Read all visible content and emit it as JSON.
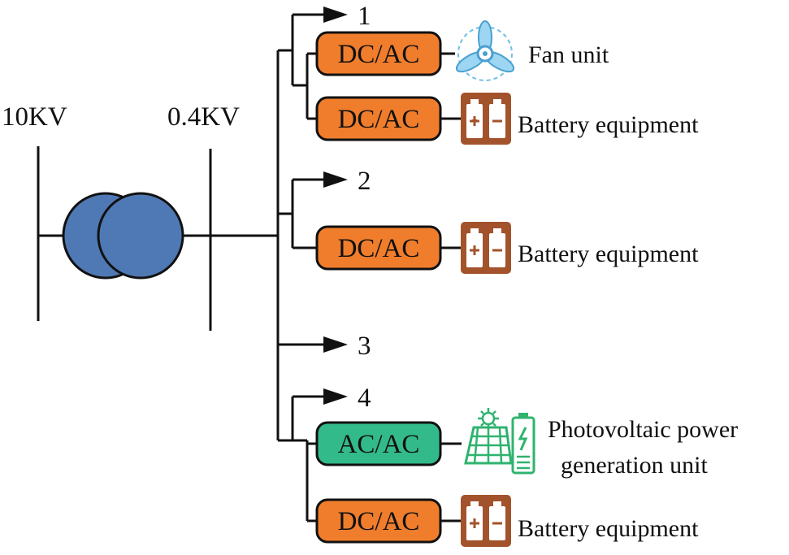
{
  "voltage_labels": {
    "high": "10KV",
    "low": "0.4KV"
  },
  "feeders": [
    {
      "number": "1"
    },
    {
      "number": "2"
    },
    {
      "number": "3"
    },
    {
      "number": "4"
    }
  ],
  "converters": [
    {
      "label": "DC/AC",
      "type": "dc-ac"
    },
    {
      "label": "DC/AC",
      "type": "dc-ac"
    },
    {
      "label": "DC/AC",
      "type": "dc-ac"
    },
    {
      "label": "AC/AC",
      "type": "ac-ac"
    },
    {
      "label": "DC/AC",
      "type": "dc-ac"
    }
  ],
  "devices": [
    {
      "label": "Fan unit",
      "icon": "fan-icon"
    },
    {
      "label": "Battery equipment",
      "icon": "battery-icon"
    },
    {
      "label": "Battery equipment",
      "icon": "battery-icon"
    },
    {
      "label_line1": "Photovoltaic power",
      "label_line2": "generation unit",
      "icon": "solar-panel-battery-icon"
    },
    {
      "label": "Battery equipment",
      "icon": "battery-icon"
    }
  ],
  "colors": {
    "transformer": "#4f79b4",
    "dc_ac_box": "#ef7d2c",
    "ac_ac_box": "#33ba8a",
    "battery": "#a3532c",
    "fan": "#6fbfe8",
    "solar": "#2fb36f"
  }
}
